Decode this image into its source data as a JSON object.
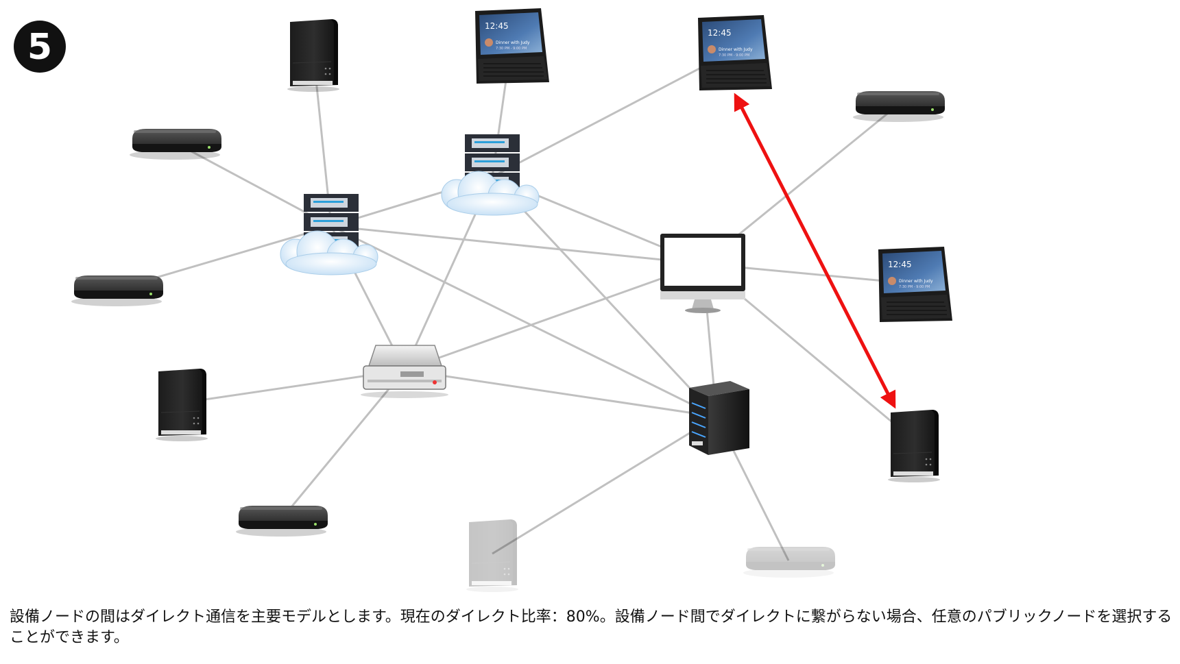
{
  "step_badge": {
    "number": "5"
  },
  "caption": {
    "text": "設備ノードの間はダイレクト通信を主要モデルとします。現在のダイレクト比率：80%。設備ノード間でダイレクトに繋がらない場合、任意のパブリックノードを選択することができます。"
  },
  "screen": {
    "time": "12:45",
    "line1": "Dinner with Judy",
    "line2": "7:30 PM - 9:00 PM"
  },
  "colors": {
    "link": "#c0c0c0",
    "direct_arrow": "#ee1111",
    "badge": "#111111"
  },
  "nodes": [
    {
      "id": "cloud-server-main",
      "type": "cloud-server"
    },
    {
      "id": "cloud-server-top",
      "type": "cloud-server"
    },
    {
      "id": "rack-server",
      "type": "rack-server"
    },
    {
      "id": "monitor",
      "type": "monitor"
    },
    {
      "id": "tower-server",
      "type": "tower-server"
    },
    {
      "id": "nas-top",
      "type": "nas"
    },
    {
      "id": "router-upper-left",
      "type": "router"
    },
    {
      "id": "router-left",
      "type": "router"
    },
    {
      "id": "nas-left",
      "type": "nas"
    },
    {
      "id": "router-bottom",
      "type": "router"
    },
    {
      "id": "smart-display-top",
      "type": "smart-display"
    },
    {
      "id": "smart-display-top-right",
      "type": "smart-display"
    },
    {
      "id": "router-right",
      "type": "router"
    },
    {
      "id": "smart-display-right",
      "type": "smart-display"
    },
    {
      "id": "nas-right",
      "type": "nas"
    },
    {
      "id": "nas-bottom-faded",
      "type": "nas",
      "faded": true
    },
    {
      "id": "router-bottom-faded",
      "type": "router",
      "faded": true
    }
  ],
  "links": [
    [
      "cloud-server-main",
      "nas-top"
    ],
    [
      "cloud-server-main",
      "router-upper-left"
    ],
    [
      "cloud-server-main",
      "router-left"
    ],
    [
      "cloud-server-main",
      "cloud-server-top"
    ],
    [
      "cloud-server-main",
      "monitor"
    ],
    [
      "cloud-server-main",
      "rack-server"
    ],
    [
      "cloud-server-main",
      "tower-server"
    ],
    [
      "cloud-server-top",
      "smart-display-top"
    ],
    [
      "cloud-server-top",
      "smart-display-top-right"
    ],
    [
      "cloud-server-top",
      "monitor"
    ],
    [
      "cloud-server-top",
      "rack-server"
    ],
    [
      "cloud-server-top",
      "tower-server"
    ],
    [
      "monitor",
      "router-right"
    ],
    [
      "monitor",
      "smart-display-right"
    ],
    [
      "monitor",
      "nas-right"
    ],
    [
      "monitor",
      "rack-server"
    ],
    [
      "monitor",
      "tower-server"
    ],
    [
      "rack-server",
      "nas-left"
    ],
    [
      "rack-server",
      "router-bottom"
    ],
    [
      "rack-server",
      "tower-server"
    ],
    [
      "tower-server",
      "nas-bottom-faded"
    ],
    [
      "tower-server",
      "router-bottom-faded"
    ]
  ],
  "direct_links": [
    [
      "smart-display-top-right",
      "nas-right"
    ]
  ]
}
